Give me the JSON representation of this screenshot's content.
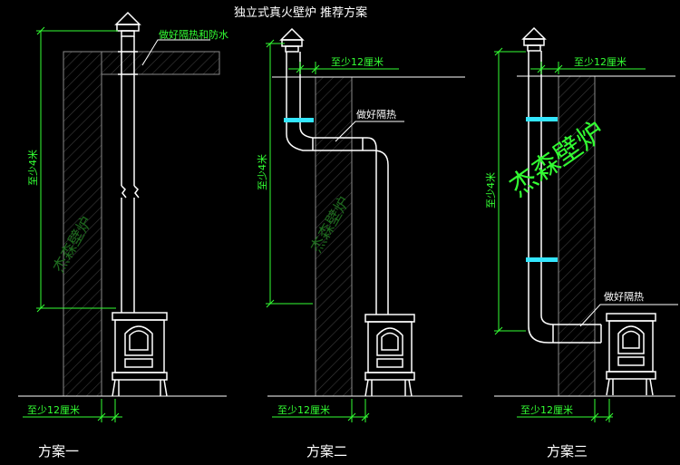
{
  "title": "独立式真火壁炉 推荐方案",
  "colors": {
    "background": "#000000",
    "wall": "#2a2a2a",
    "pipe": "#ffffff",
    "dimension": "#33ff33",
    "leader": "#ffffff",
    "insulation_band": "#33e6ff",
    "watermark": "#1e6a1e"
  },
  "schemes": [
    {
      "label": "方案一",
      "annotations": [
        "做好隔热和防水"
      ],
      "height_dim": "至少4米",
      "clearance_dim": "至少12厘米",
      "watermark": "杰森壁炉"
    },
    {
      "label": "方案二",
      "annotations": [
        "做好隔热"
      ],
      "height_dim": "至少4米",
      "clearance_dim_top": "至少12厘米",
      "clearance_dim": "至少12厘米",
      "watermark": "杰森壁炉"
    },
    {
      "label": "方案三",
      "annotations": [
        "做好隔热"
      ],
      "height_dim": "至少4米",
      "clearance_dim_top": "至少12厘米",
      "clearance_dim": "至少12厘米",
      "brand": "杰森壁炉"
    }
  ]
}
